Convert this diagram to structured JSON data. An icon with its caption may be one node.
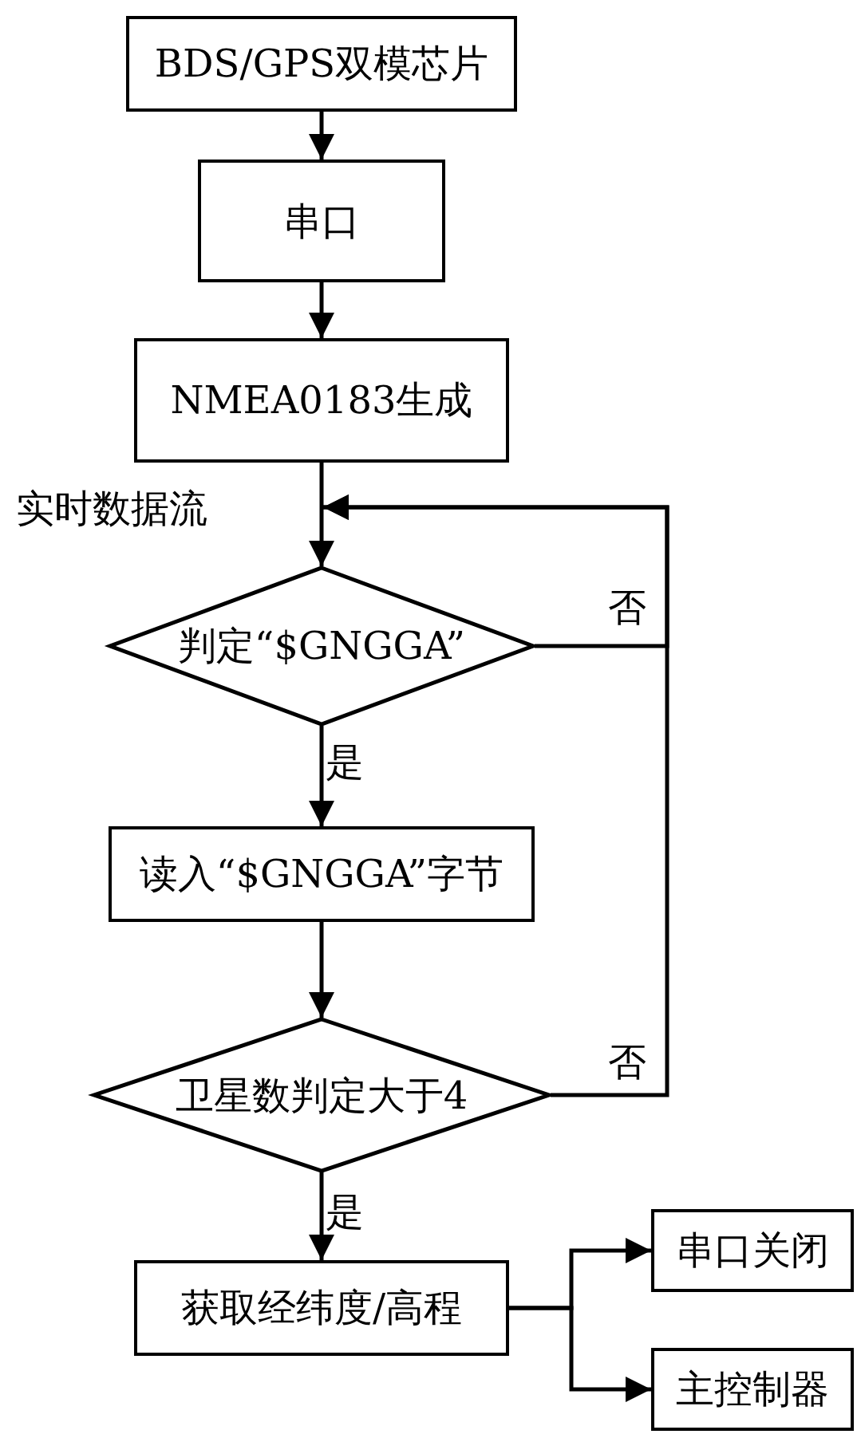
{
  "diagram": {
    "nodes": [
      {
        "text": [
          "BDS/GPS双模芯片"
        ]
      },
      {
        "text": [
          "串口"
        ]
      },
      {
        "text": [
          "NMEA0183生成"
        ]
      },
      {
        "text": [
          "判定“$GNGGA”"
        ]
      },
      {
        "text": [
          "读入“$GNGGA”字节"
        ]
      },
      {
        "text": [
          "卫星数判定大于4"
        ]
      },
      {
        "text": [
          "获取经纬度/高程"
        ]
      },
      {
        "text": [
          "串口关闭"
        ]
      },
      {
        "text": [
          "主控制器"
        ]
      }
    ],
    "edges": [
      {
        "from": 0,
        "to": 1,
        "arrow": "to"
      },
      {
        "from": 1,
        "to": 2,
        "arrow": "to"
      },
      {
        "from": 2,
        "to": 3,
        "arrow": "to"
      },
      {
        "from": 3,
        "to": 4,
        "arrow": "to",
        "label": "是"
      },
      {
        "from": 4,
        "to": 5,
        "arrow": "to"
      },
      {
        "from": 5,
        "to": 6,
        "arrow": "to",
        "label": "是"
      },
      {
        "from": 3,
        "to": 3,
        "arrow": "to",
        "label": "否"
      },
      {
        "from": 5,
        "to": 3,
        "arrow": "to",
        "label": "否"
      },
      {
        "from": 6,
        "to": 7,
        "arrow": "to"
      },
      {
        "from": 6,
        "to": 8,
        "arrow": "to"
      }
    ],
    "labels": [
      "实时数据流"
    ]
  }
}
